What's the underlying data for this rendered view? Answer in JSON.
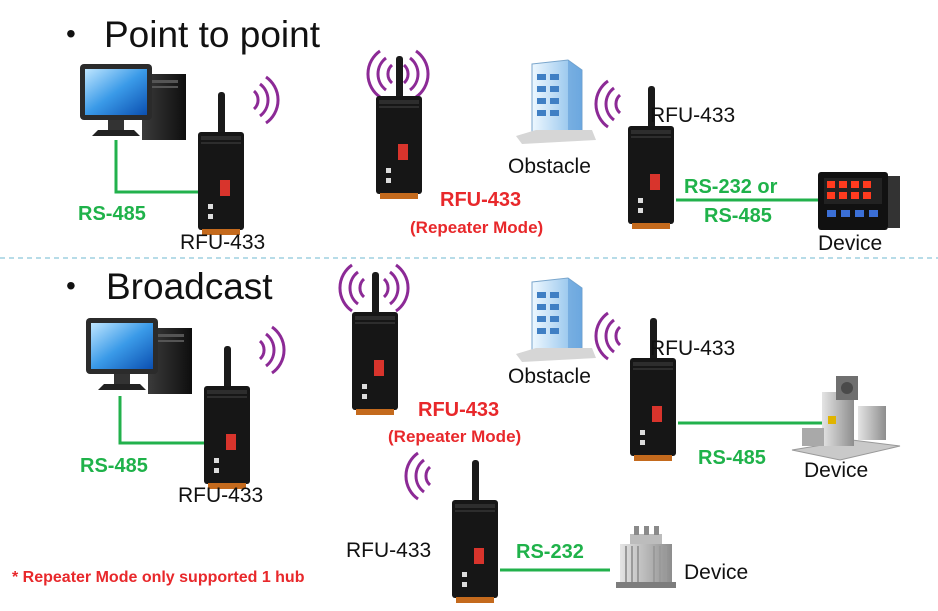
{
  "sections": [
    {
      "title": "Point to point",
      "pc_link_label": "RS-485",
      "host_module_label": "RFU-433",
      "repeater_label": "RFU-433",
      "repeater_mode": "(Repeater Mode)",
      "obstacle_label": "Obstacle",
      "remote_module_label": "RFU-433",
      "remote_link_label_line1": "RS-232 or",
      "remote_link_label_line2": "RS-485",
      "device_label": "Device"
    },
    {
      "title": "Broadcast",
      "pc_link_label": "RS-485",
      "host_module_label": "RFU-433",
      "repeater_label": "RFU-433",
      "repeater_mode": "(Repeater Mode)",
      "obstacle_label": "Obstacle",
      "remote1_module_label": "RFU-433",
      "remote1_link_label": "RS-485",
      "device1_label": "Device",
      "remote2_module_label": "RFU-433",
      "remote2_link_label": "RS-232",
      "device2_label": "Device"
    }
  ],
  "bullet_symbol": "•",
  "footnote": "* Repeater Mode only supported 1 hub",
  "colors": {
    "link_line": "#22b14c",
    "link_label": "#1fb24a",
    "repeater_label": "#e8282b",
    "wave": "#8c2a96",
    "divider": "#9fd0e0"
  },
  "icons": [
    "computer-icon",
    "wireless-module-icon",
    "building-icon",
    "controller-device-icon",
    "machine-device-icon",
    "transformer-device-icon",
    "radio-waves-icon"
  ]
}
